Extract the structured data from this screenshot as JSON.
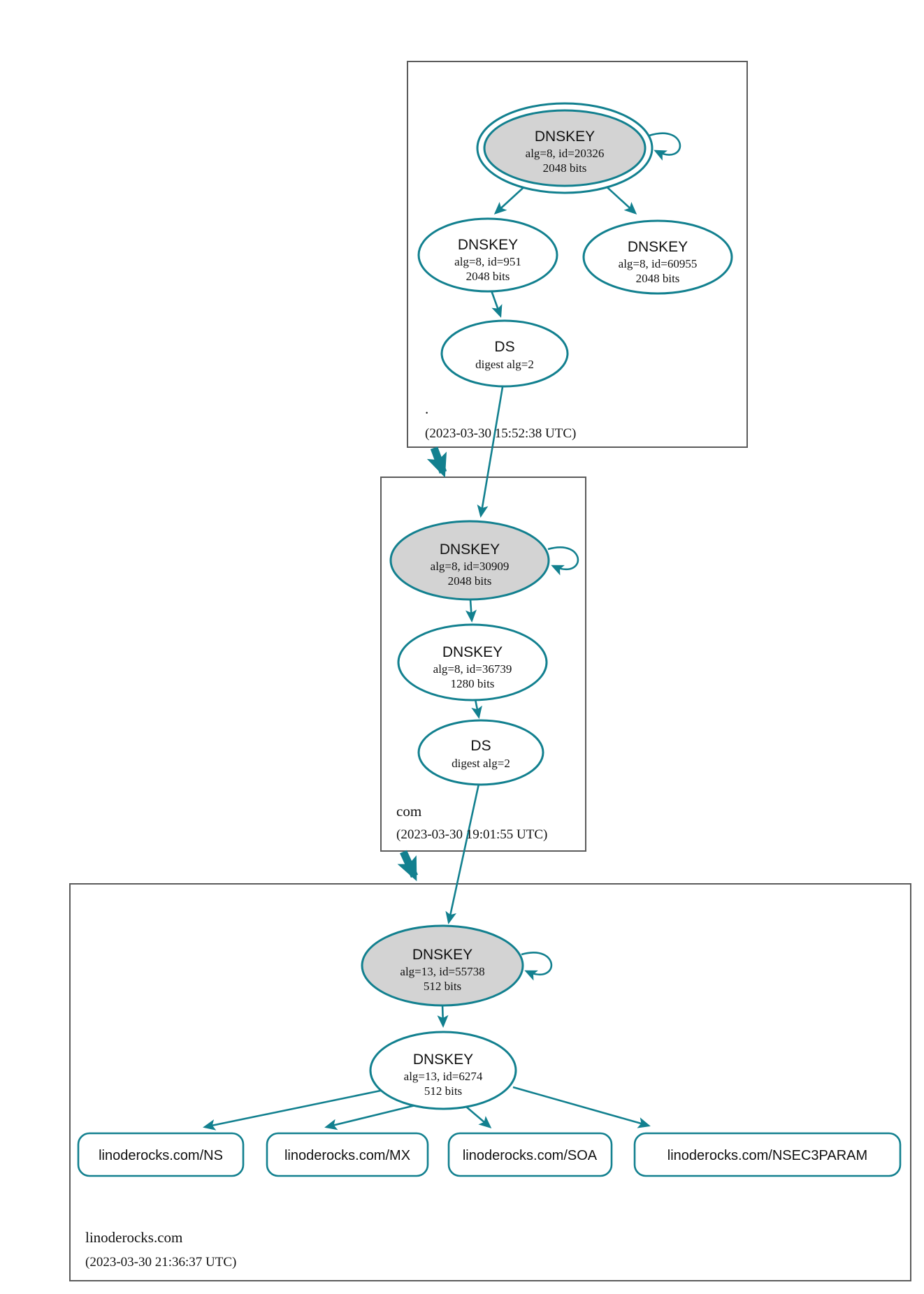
{
  "colors": {
    "edge_secure": "#12808f",
    "key_fill": "#d3d3d3",
    "zone_border": "#5b5b5b",
    "node_fill": "#ffffff",
    "text": "#111111"
  },
  "zones": [
    {
      "label": ".",
      "timestamp": "(2023-03-30 15:52:38 UTC)",
      "ksk": {
        "title": "DNSKEY",
        "detail": "alg=8, id=20326",
        "bits": "2048 bits"
      },
      "zsk_left": {
        "title": "DNSKEY",
        "detail": "alg=8, id=951",
        "bits": "2048 bits"
      },
      "zsk_right": {
        "title": "DNSKEY",
        "detail": "alg=8, id=60955",
        "bits": "2048 bits"
      },
      "ds": {
        "title": "DS",
        "detail": "digest alg=2"
      }
    },
    {
      "label": "com",
      "timestamp": "(2023-03-30 19:01:55 UTC)",
      "ksk": {
        "title": "DNSKEY",
        "detail": "alg=8, id=30909",
        "bits": "2048 bits"
      },
      "zsk": {
        "title": "DNSKEY",
        "detail": "alg=8, id=36739",
        "bits": "1280 bits"
      },
      "ds": {
        "title": "DS",
        "detail": "digest alg=2"
      }
    },
    {
      "label": "linoderocks.com",
      "timestamp": "(2023-03-30 21:36:37 UTC)",
      "ksk": {
        "title": "DNSKEY",
        "detail": "alg=13, id=55738",
        "bits": "512 bits"
      },
      "zsk": {
        "title": "DNSKEY",
        "detail": "alg=13, id=6274",
        "bits": "512 bits"
      },
      "rrsets": [
        {
          "label": "linoderocks.com/NS"
        },
        {
          "label": "linoderocks.com/MX"
        },
        {
          "label": "linoderocks.com/SOA"
        },
        {
          "label": "linoderocks.com/NSEC3PARAM"
        }
      ]
    }
  ]
}
